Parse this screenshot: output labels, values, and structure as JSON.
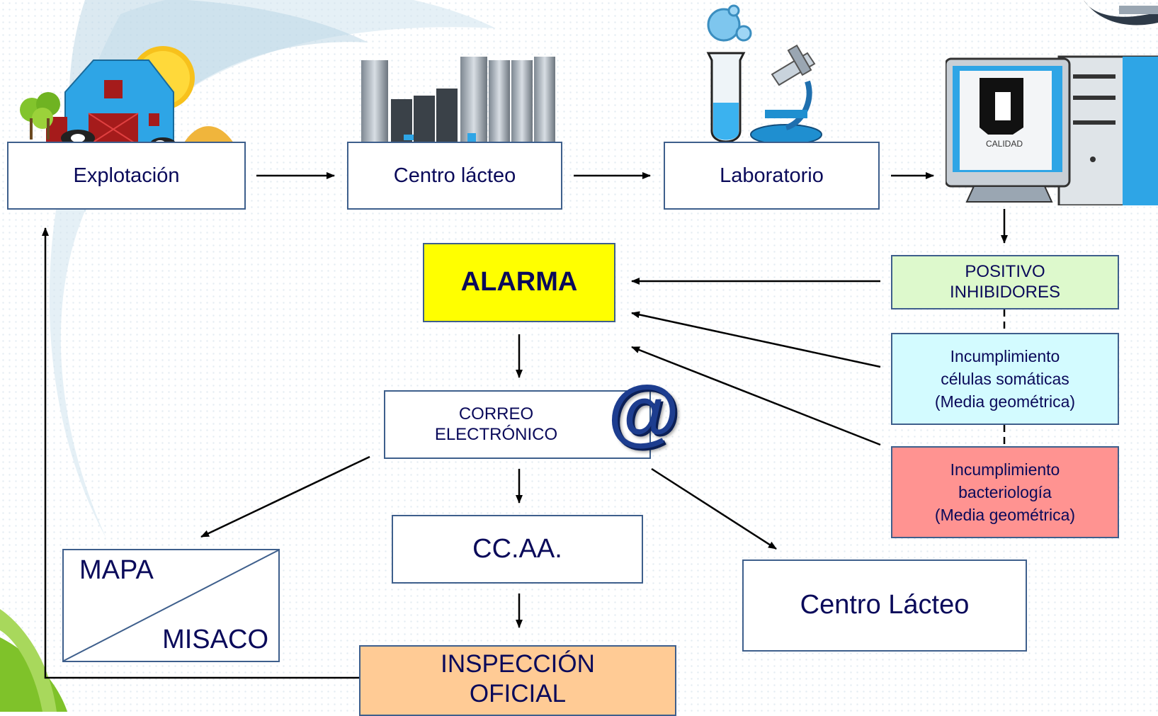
{
  "diagram": {
    "flow_top": {
      "farm": "Explotación",
      "dairy_center": "Centro lácteo",
      "laboratory": "Laboratorio",
      "computer_screen": "CALIDAD"
    },
    "alarm": "ALARMA",
    "triggers": {
      "inhibitors": [
        "POSITIVO",
        "INHIBIDORES"
      ],
      "somatic_cells": [
        "Incumplimiento",
        "células somáticas",
        "(Media geométrica)"
      ],
      "bacteriology": [
        "Incumplimiento",
        "bacteriología",
        "(Media geométrica)"
      ]
    },
    "email": [
      "CORREO",
      "ELECTRÓNICO"
    ],
    "recipients": {
      "ministry_top": "MAPA",
      "ministry_bottom": "MISACO",
      "regions": "CC.AA.",
      "dairy_center": "Centro Lácteo"
    },
    "inspection": [
      "INSPECCIÓN",
      "OFICIAL"
    ]
  },
  "colors": {
    "border": "#3e5f8c",
    "text": "#0a0a5a",
    "alarm_fill": "#ffff00",
    "inhibitors_fill": "#ddf9cc",
    "somatic_fill": "#d3fbff",
    "bacteriology_fill": "#ff9391",
    "inspection_fill": "#ffcb95",
    "accent_swoosh": "#7fc22a"
  },
  "icons": [
    "farm-illustration",
    "dairy-silos-illustration",
    "laboratory-illustration",
    "computer-illustration",
    "at-sign-icon",
    "logo-icon"
  ]
}
